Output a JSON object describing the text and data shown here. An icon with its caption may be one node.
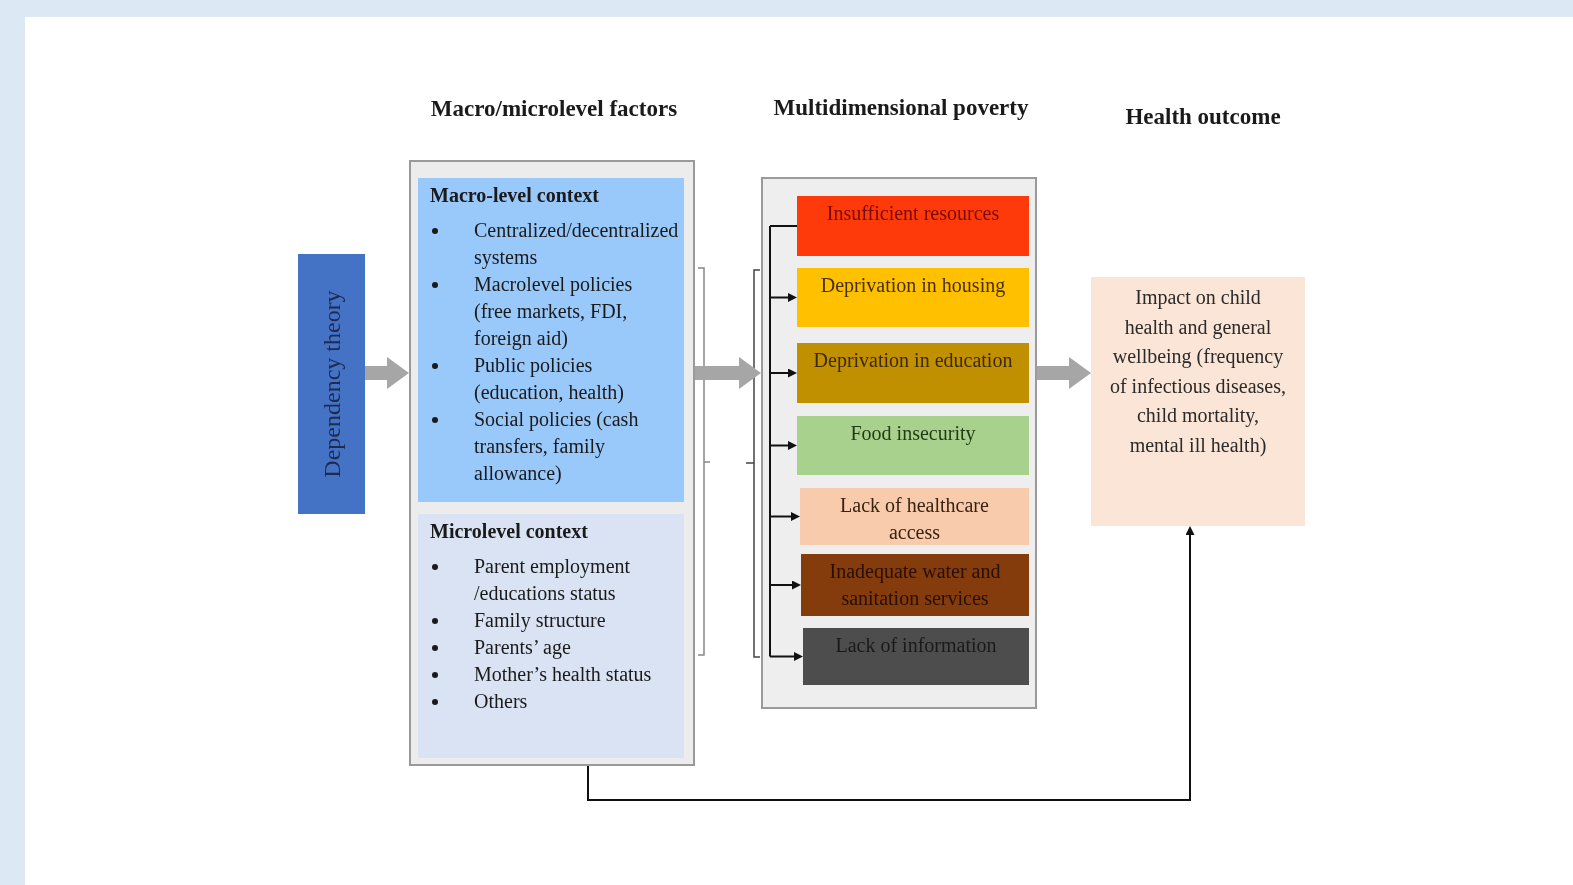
{
  "diagram": {
    "nodes": [
      {
        "text": [
          "Dependency theory"
        ]
      },
      {
        "text": [
          "Macro/microlevel factors"
        ]
      },
      {
        "text": [
          "Macro-level context",
          "Centralized/decentralized systems",
          "Macrolevel policies (free markets, FDI, foreign aid)",
          "Public policies (education, health)",
          "Social policies (cash transfers, family allowance)"
        ],
        "in": 1
      },
      {
        "text": [
          "Microlevel context",
          "Parent employment /educations status",
          "Family structure",
          "Parents’ age",
          "Mother’s health status",
          "Others"
        ],
        "in": 1
      },
      {
        "text": [
          "Multidimensional poverty"
        ]
      },
      {
        "text": [
          "Insufficient resources"
        ],
        "in": 4
      },
      {
        "text": [
          "Deprivation in housing"
        ],
        "in": 4
      },
      {
        "text": [
          "Deprivation in education"
        ],
        "in": 4
      },
      {
        "text": [
          "Food insecurity"
        ],
        "in": 4
      },
      {
        "text": [
          "Lack of healthcare access"
        ],
        "in": 4
      },
      {
        "text": [
          "Inadequate water and sanitation services"
        ],
        "in": 4
      },
      {
        "text": [
          "Lack of information"
        ],
        "in": 4
      },
      {
        "text": [
          "Impact on child health and general wellbeing (frequency of infectious diseases, child mortality, mental ill health)"
        ]
      }
    ],
    "edges": [
      {
        "from": 0,
        "to": 1,
        "arrow": "to",
        "style": "thick",
        "color": "#a6a6a6"
      },
      {
        "from": 1,
        "to": 4,
        "arrow": "to",
        "style": "thick",
        "color": "#a6a6a6"
      },
      {
        "from": 4,
        "to": 12,
        "arrow": "to",
        "style": "thick",
        "color": "#a6a6a6"
      },
      {
        "from": null,
        "to": 5,
        "arrow": "none"
      },
      {
        "from": null,
        "to": 6,
        "arrow": "to"
      },
      {
        "from": null,
        "to": 7,
        "arrow": "to"
      },
      {
        "from": null,
        "to": 8,
        "arrow": "to"
      },
      {
        "from": null,
        "to": 9,
        "arrow": "to"
      },
      {
        "from": null,
        "to": 10,
        "arrow": "to"
      },
      {
        "from": null,
        "to": 11,
        "arrow": "to"
      },
      {
        "from": 1,
        "to": 12,
        "arrow": "to"
      }
    ],
    "labels": [
      "Health outcome"
    ]
  }
}
